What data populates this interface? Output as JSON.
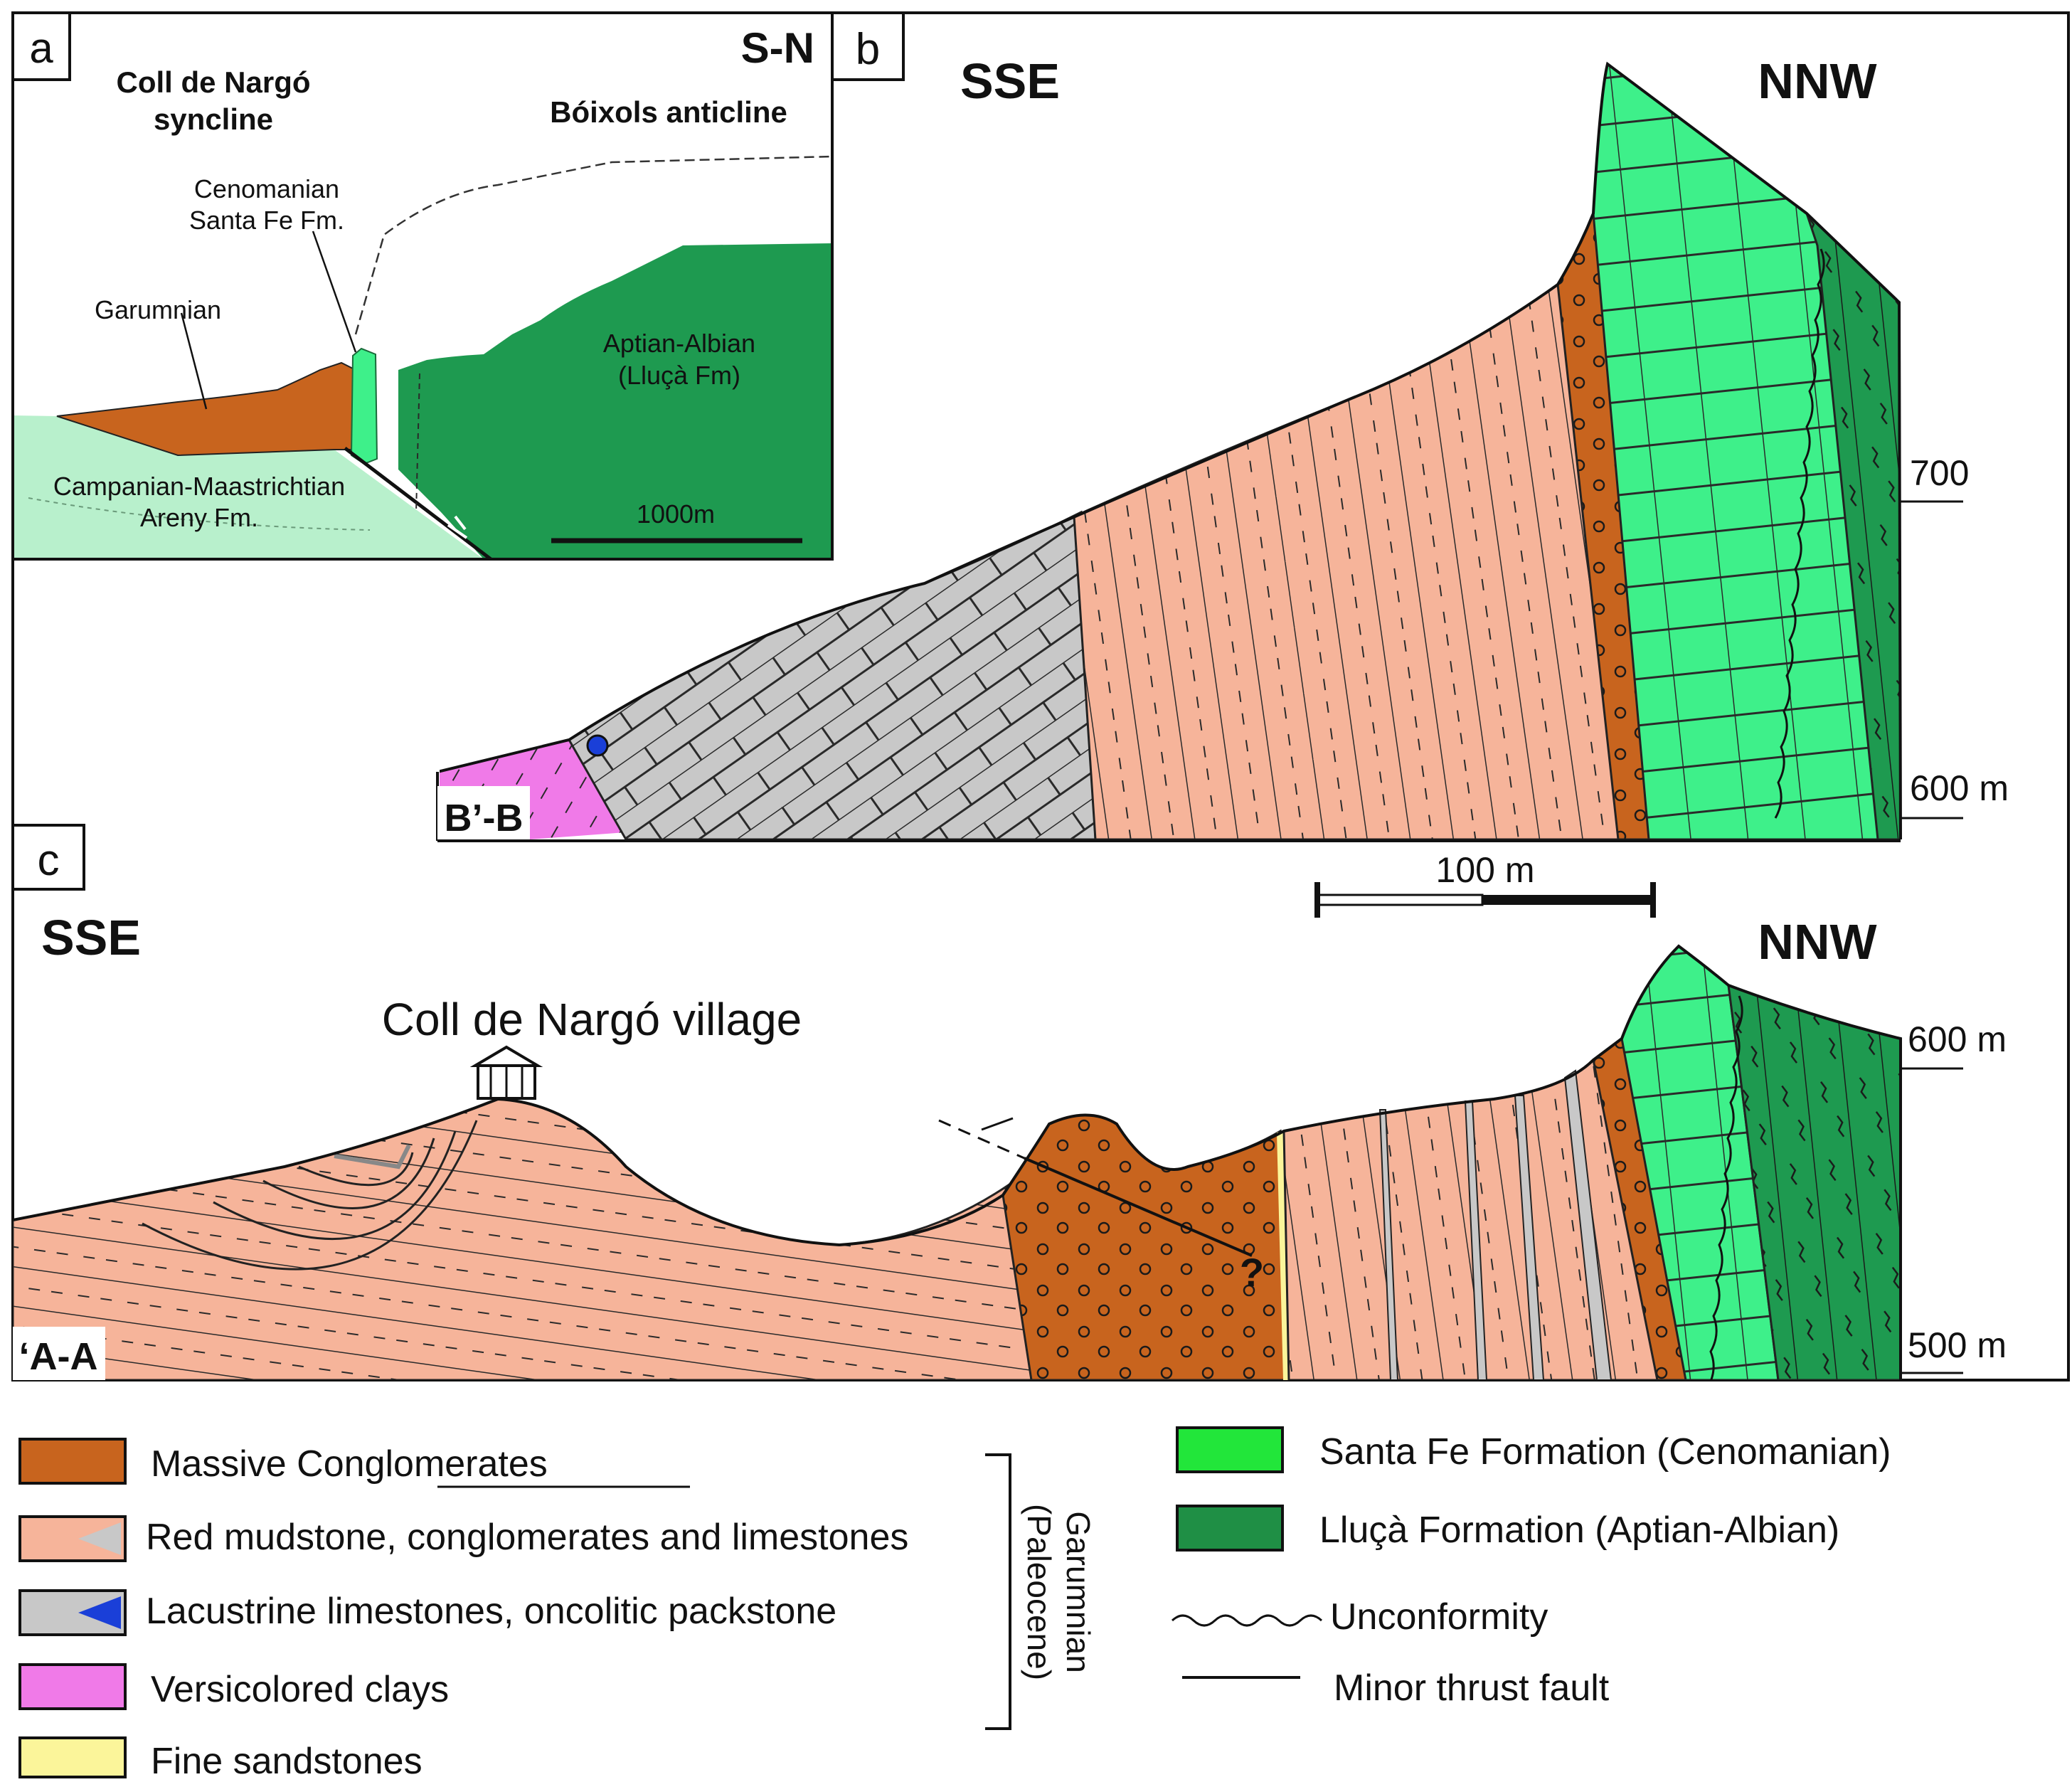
{
  "panel_a": {
    "letter": "a",
    "orientation": "S-N",
    "syncline_line1": "Coll de Nargó",
    "syncline_line2": "syncline",
    "anticline": "Bóixols anticline",
    "cenomanian_line1": "Cenomanian",
    "cenomanian_line2": "Santa Fe Fm.",
    "garumnian": "Garumnian",
    "aptian_line1": "Aptian-Albian",
    "aptian_line2": "(Lluçà Fm)",
    "campanian_line1": "Campanian-Maastrichtian",
    "campanian_line2": "Areny Fm.",
    "scale": "1000m"
  },
  "panel_b": {
    "letter": "b",
    "left_dir": "SSE",
    "right_dir": "NNW",
    "section": "B’-B",
    "elev_upper": "700",
    "elev_lower": "600 m"
  },
  "scale_bar": {
    "label": "100 m"
  },
  "panel_c": {
    "letter": "c",
    "left_dir": "SSE",
    "right_dir": "NNW",
    "village": "Coll de Nargó village",
    "section": "‘A-A",
    "elev_upper": "600 m",
    "elev_lower": "500 m",
    "uncertain": "?"
  },
  "legend": {
    "massive_conglomerates": "Massive Conglomerates",
    "red_mudstone": "Red mudstone, conglomerates and limestones",
    "lacustrine": "Lacustrine limestones, oncolitic packstone",
    "versicolored": "Versicolored clays",
    "fine_sandstones": "Fine sandstones",
    "garumnian_line1": "Garumnian",
    "garumnian_line2": "(Paleocene)",
    "santa_fe": "Santa Fe Formation (Cenomanian)",
    "lluca": "Lluçà Formation (Aptian-Albian)",
    "unconformity": "Unconformity",
    "thrust": "Minor thrust fault"
  },
  "colors": {
    "massive_conglomerates": "#c8641e",
    "red_mudstone": "#f6b49a",
    "lacustrine": "#c8c8c8",
    "oncolite": "#1a3fd8",
    "versicolored": "#f07ae8",
    "fine_sandstones": "#fbf59a",
    "santa_fe": "#3ef08a",
    "lluca": "#1e9a50",
    "campanian": "#b8f0cc",
    "legend_santa_fe": "#22e63a",
    "legend_lluca": "#1f8f45"
  }
}
